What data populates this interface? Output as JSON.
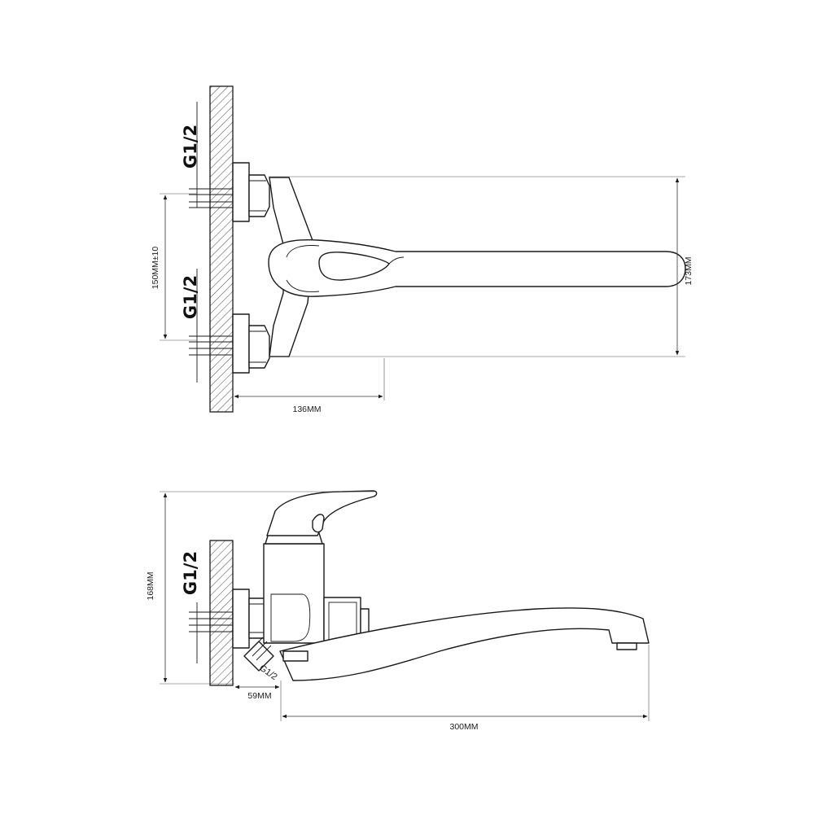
{
  "labels": {
    "top_thread_upper": "G1/2",
    "top_thread_lower": "G1/2",
    "side_thread": "G1/2",
    "side_small_thread": "G1/2",
    "dim_centers": "150MM±10",
    "dim_width": "173MM",
    "dim_offset": "136MM",
    "dim_height": "168MM",
    "dim_depth": "59MM",
    "dim_spout": "300MM"
  },
  "colors": {
    "line": "#1a1a1a",
    "background": "#ffffff"
  }
}
